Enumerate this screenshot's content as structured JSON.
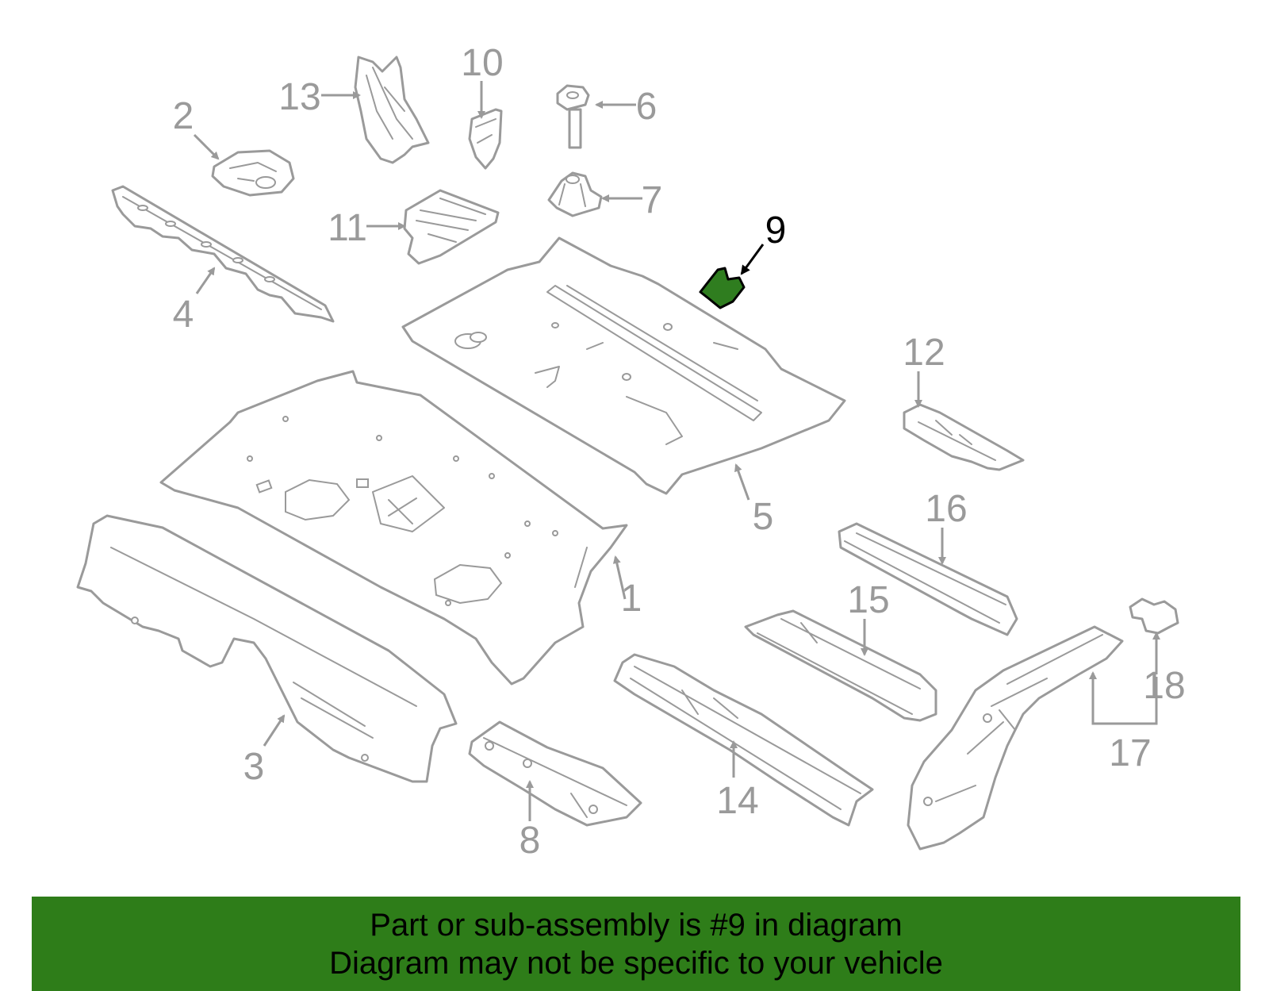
{
  "callouts": {
    "c1": "1",
    "c2": "2",
    "c3": "3",
    "c4": "4",
    "c5": "5",
    "c6": "6",
    "c7": "7",
    "c8": "8",
    "c9": "9",
    "c10": "10",
    "c11": "11",
    "c12": "12",
    "c13": "13",
    "c14": "14",
    "c15": "15",
    "c16": "16",
    "c17": "17",
    "c18": "18"
  },
  "highlighted_part": "9",
  "banner": {
    "line1": "Part or sub-assembly is #9 in diagram",
    "line2": "Diagram may not be specific to your vehicle"
  },
  "colors": {
    "highlight": "#2e7d19",
    "part_outline": "#9a9a9a",
    "highlight_outline": "#000000"
  }
}
